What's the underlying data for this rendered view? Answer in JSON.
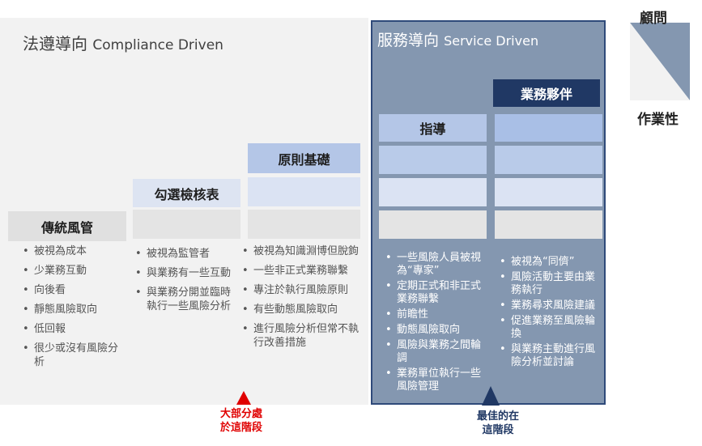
{
  "left_title": {
    "zh": "法遵導向",
    "en": "Compliance Driven"
  },
  "right_title": {
    "zh": "服務導向",
    "en": "Service Driven"
  },
  "legend": {
    "top": "顧問",
    "bottom": "作業性"
  },
  "columns": [
    {
      "header": "傳統風管",
      "items": [
        "被視為成本",
        "少業務互動",
        "向後看",
        "靜態風險取向",
        "低回報",
        "很少或沒有風險分析"
      ]
    },
    {
      "header": "勾選檢核表",
      "items": [
        "被視為監管者",
        "與業務有一些互動",
        "與業務分開並臨時執行一些風險分析"
      ]
    },
    {
      "header": "原則基礎",
      "items": [
        "被視為知識淵博但脫鉤",
        "一些非正式業務聯繫",
        "專注於執行風險原則",
        "有些動態風險取向",
        "進行風險分析但常不執行改善措施"
      ]
    },
    {
      "header": "指導",
      "items": [
        "一些風險人員被視為“專家”",
        "定期正式和非正式業務聯繫",
        "前瞻性",
        "動態風險取向",
        "風險與業務之間輪調",
        "業務單位執行一些風險管理"
      ]
    },
    {
      "header": "業務夥伴",
      "items": [
        "被視為“同儕”",
        "風險活動主要由業務執行",
        "業務尋求風險建議",
        "促進業務至風險輪換",
        "與業務主動進行風險分析並討論"
      ]
    }
  ],
  "markers": {
    "red": {
      "line1": "大部分處",
      "line2": "於這階段",
      "color": "#e00000"
    },
    "blue": {
      "line1": "最佳的在",
      "line2": "這階段",
      "color": "#203864"
    }
  },
  "colors": {
    "left_bg": "#f2f2f2",
    "right_bg": "#8497b0",
    "dark_header": "#203864"
  }
}
